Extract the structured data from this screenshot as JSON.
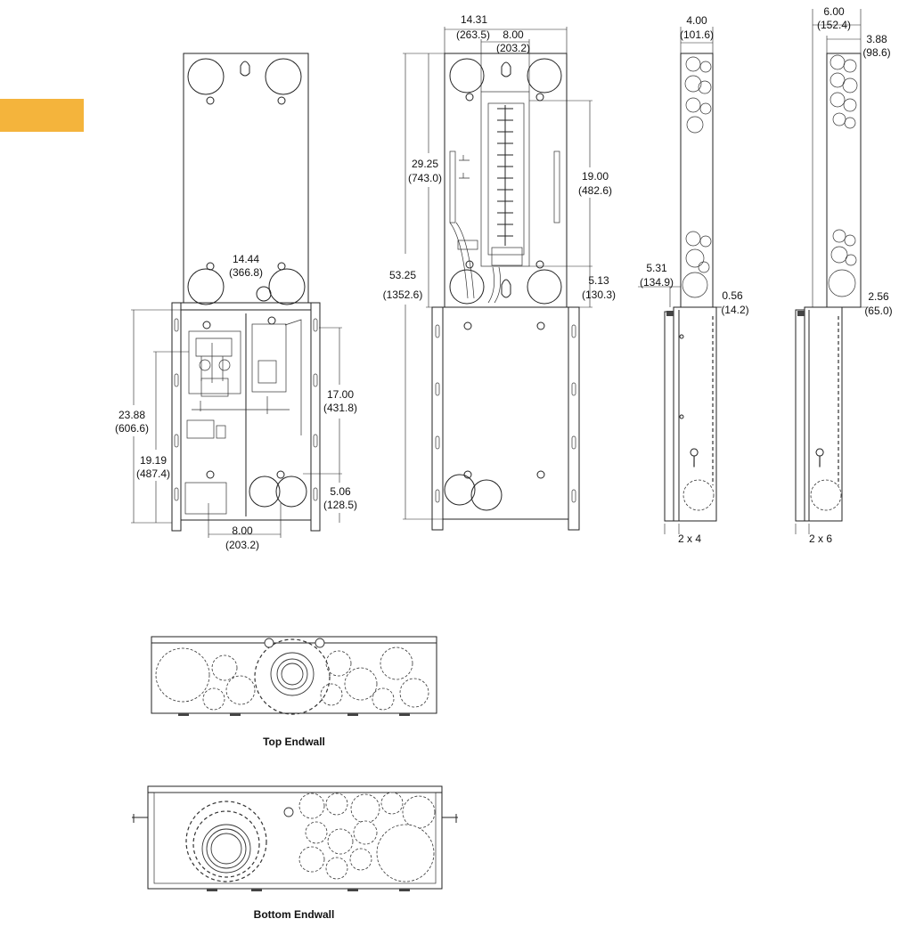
{
  "colors": {
    "accent_tab": "#f4b43c",
    "line": "#222222",
    "background": "#ffffff"
  },
  "dimensions": {
    "front_width": {
      "inch": "14.44",
      "mm": "(366.8)"
    },
    "front_height": {
      "inch": "23.88",
      "mm": "(606.6)"
    },
    "front_inner_height": {
      "inch": "19.19",
      "mm": "(487.4)"
    },
    "front_right_height": {
      "inch": "17.00",
      "mm": "(431.8)"
    },
    "front_bottom_offset": {
      "inch": "5.06",
      "mm": "(128.5)"
    },
    "front_bottom_width": {
      "inch": "8.00",
      "mm": "(203.2)"
    },
    "interior_width": {
      "inch": "14.31",
      "mm": "(263.5)"
    },
    "interior_inner_width": {
      "inch": "8.00",
      "mm": "(203.2)"
    },
    "interior_total_height": {
      "inch": "53.25",
      "mm": "(1352.6)"
    },
    "interior_upper_height": {
      "inch": "29.25",
      "mm": "(743.0)"
    },
    "interior_panel_height": {
      "inch": "19.00",
      "mm": "(482.6)"
    },
    "interior_bottom_offset": {
      "inch": "5.13",
      "mm": "(130.3)"
    },
    "side1_depth": {
      "inch": "4.00",
      "mm": "(101.6)"
    },
    "side1_offset": {
      "inch": "5.31",
      "mm": "(134.9)"
    },
    "side1_lip": {
      "inch": "0.56",
      "mm": "(14.2)"
    },
    "side1_stud": "2 x 4",
    "side2_depth": {
      "inch": "6.00",
      "mm": "(152.4)"
    },
    "side2_inner": {
      "inch": "3.88",
      "mm": "(98.6)"
    },
    "side2_lip": {
      "inch": "2.56",
      "mm": "(65.0)"
    },
    "side2_stud": "2 x 6"
  },
  "captions": {
    "top_endwall": "Top Endwall",
    "bottom_endwall": "Bottom Endwall"
  }
}
